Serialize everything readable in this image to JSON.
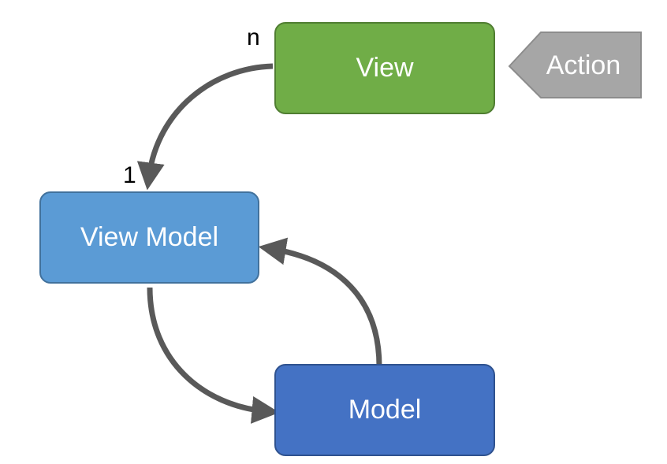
{
  "diagram": {
    "nodes": {
      "view": {
        "label": "View",
        "color": "#70ad47"
      },
      "view_model": {
        "label": "View Model",
        "color": "#5b9bd5"
      },
      "model": {
        "label": "Model",
        "color": "#4472c4"
      },
      "action": {
        "label": "Action",
        "color": "#a6a6a6"
      }
    },
    "multiplicity": {
      "view_side": "n",
      "view_model_side": "1"
    },
    "edges": [
      {
        "from": "View",
        "to": "View Model"
      },
      {
        "from": "View Model",
        "to": "Model"
      },
      {
        "from": "Model",
        "to": "View Model"
      }
    ],
    "arrow_color": "#595959"
  }
}
